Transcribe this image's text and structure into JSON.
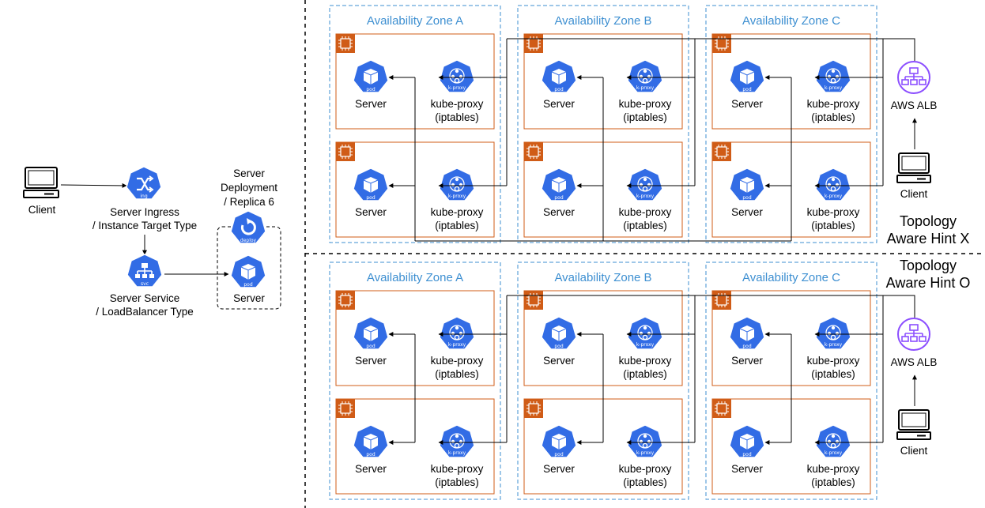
{
  "left": {
    "client_label": "Client",
    "ingress_label_1": "Server Ingress",
    "ingress_label_2": "/ Instance Target Type",
    "ingress_icon_text": "ing",
    "service_label_1": "Server Service",
    "service_label_2": "/ LoadBalancer Type",
    "service_icon_text": "svc",
    "deployment_label_1": "Server",
    "deployment_label_2": "Deployment",
    "deployment_label_3": "/ Replica 6",
    "deploy_icon_text": "deploy",
    "pod_icon_text": "pod",
    "pod_label": "Server"
  },
  "sections": [
    {
      "id": "hint-x",
      "label_1": "Topology",
      "label_2": "Aware Hint X",
      "alb_label": "AWS ALB",
      "client_label": "Client",
      "zones": [
        "Availability Zone A",
        "Availability Zone B",
        "Availability Zone C"
      ]
    },
    {
      "id": "hint-o",
      "label_1": "Topology",
      "label_2": "Aware Hint O",
      "alb_label": "AWS ALB",
      "client_label": "Client",
      "zones": [
        "Availability Zone A",
        "Availability Zone B",
        "Availability Zone C"
      ]
    }
  ],
  "node": {
    "pod_icon_text": "pod",
    "proxy_icon_text": "k-proxy",
    "server_label": "Server",
    "proxy_label_1": "kube-proxy",
    "proxy_label_2": "(iptables)"
  },
  "colors": {
    "k8s_blue": "#326ce5",
    "ec2_orange": "#d05c17",
    "zone_border": "#3d8fd1",
    "alb_purple": "#8c4fff"
  }
}
